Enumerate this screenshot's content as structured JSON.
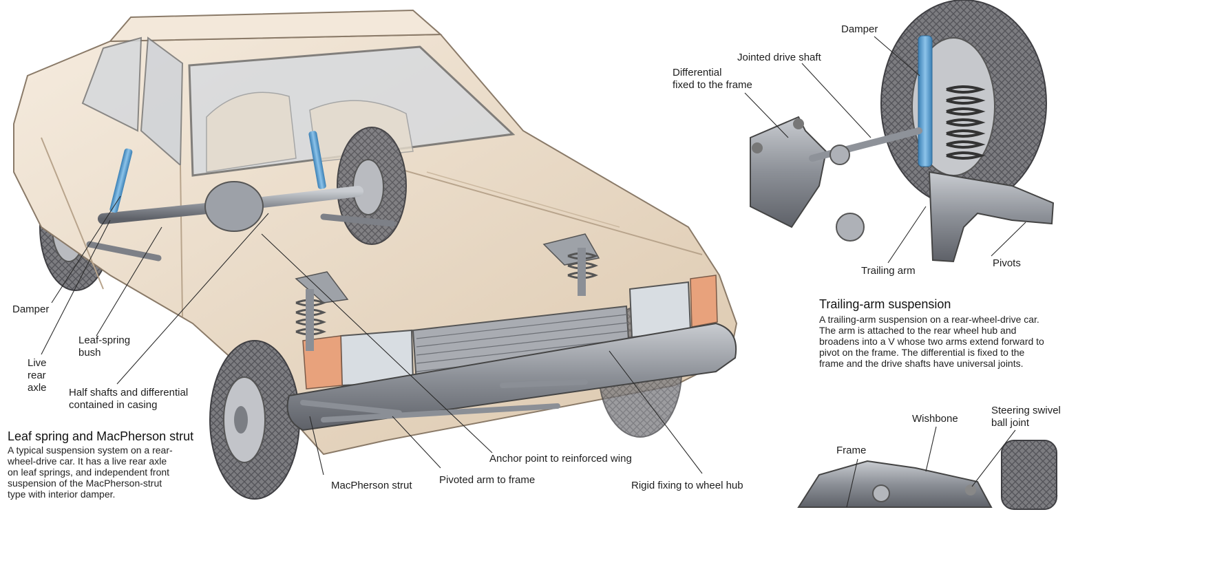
{
  "colors": {
    "body": "#efe3d3",
    "body_shadow": "#d9c7b0",
    "chrome": "#9a9da4",
    "damper": "#5b9fcf",
    "tyre": "#6d6d70",
    "indicator": "#e8a27c",
    "leader": "#2a2a2a"
  },
  "car_labels": {
    "damper": "Damper",
    "leaf_spring_bush": [
      "Leaf-spring",
      "bush"
    ],
    "live_rear_axle": [
      "Live",
      "rear",
      "axle"
    ],
    "half_shafts": [
      "Half shafts and differential",
      "contained in casing"
    ],
    "macpherson_strut": "MacPherson strut",
    "pivoted_arm": "Pivoted arm to frame",
    "anchor_point": "Anchor point to reinforced wing",
    "rigid_fixing": "Rigid fixing to wheel hub"
  },
  "leaf_spring_section": {
    "title": "Leaf spring and MacPherson strut",
    "lines": [
      "A typical suspension system on a rear-",
      "wheel-drive car. It has a live rear axle",
      "on leaf springs, and independent front",
      "suspension of the MacPherson-strut",
      "type with interior damper."
    ]
  },
  "trailing_arm_labels": {
    "damper": "Damper",
    "jointed_drive_shaft": "Jointed drive shaft",
    "differential": [
      "Differential",
      "fixed to the frame"
    ],
    "trailing_arm": "Trailing arm",
    "pivots": "Pivots"
  },
  "trailing_arm_section": {
    "title": "Trailing-arm suspension",
    "lines": [
      "A trailing-arm suspension on a rear-wheel-drive car.",
      "The arm is attached to the rear wheel hub and",
      "broadens into a V whose two arms extend forward to",
      "pivot on the frame. The differential is fixed to the",
      "frame and the drive shafts have universal joints."
    ]
  },
  "wishbone_labels": {
    "wishbone": "Wishbone",
    "steering_swivel": [
      "Steering swivel",
      "ball joint"
    ],
    "frame": "Frame"
  }
}
